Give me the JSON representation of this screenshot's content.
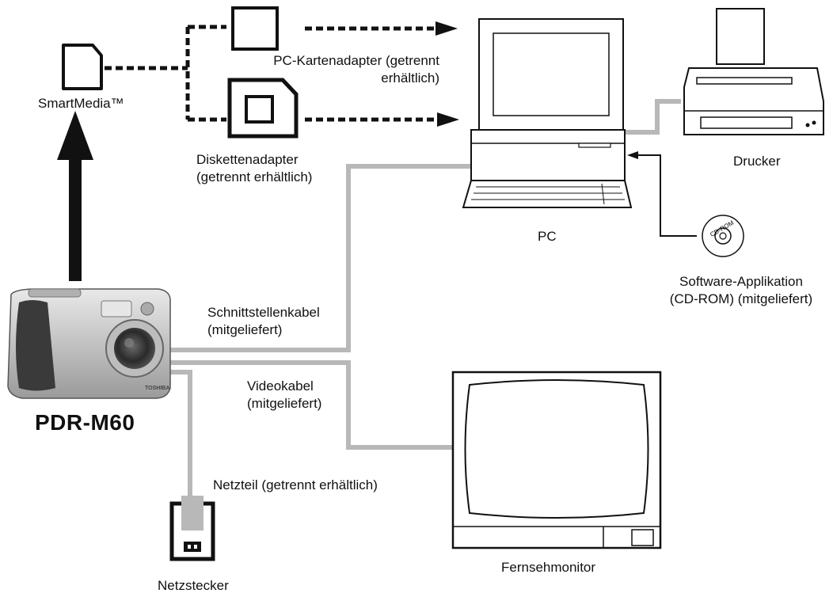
{
  "labels": {
    "smartmedia": "SmartMedia™",
    "pc_card_adapter": "PC-Kartenadapter (getrennt\nerhältlich)",
    "floppy_adapter": "Diskettenadapter\n(getrennt erhältlich)",
    "pc": "PC",
    "printer": "Drucker",
    "software": "Software-Applikation\n(CD-ROM) (mitgeliefert)",
    "interface_cable": "Schnittstellenkabel\n(mitgeliefert)",
    "video_cable": "Videokabel\n(mitgeliefert)",
    "power_adapter": "Netzteil (getrennt erhältlich)",
    "power_plug": "Netzstecker",
    "tv_monitor": "Fernsehmonitor",
    "model": "PDR-M60",
    "camera_brand": "TOSHIBA",
    "cd_label": "CD-ROM"
  },
  "icons": [
    "camera-icon",
    "smartmedia-card-icon",
    "pc-card-adapter-icon",
    "floppy-adapter-icon",
    "pc-icon",
    "printer-icon",
    "cd-rom-icon",
    "tv-monitor-icon",
    "power-plug-icon"
  ],
  "colors": {
    "cable": "#b8b8b8",
    "ink": "#111111",
    "camera_body": "#c9c9c9",
    "camera_grip": "#3a3a3a"
  }
}
